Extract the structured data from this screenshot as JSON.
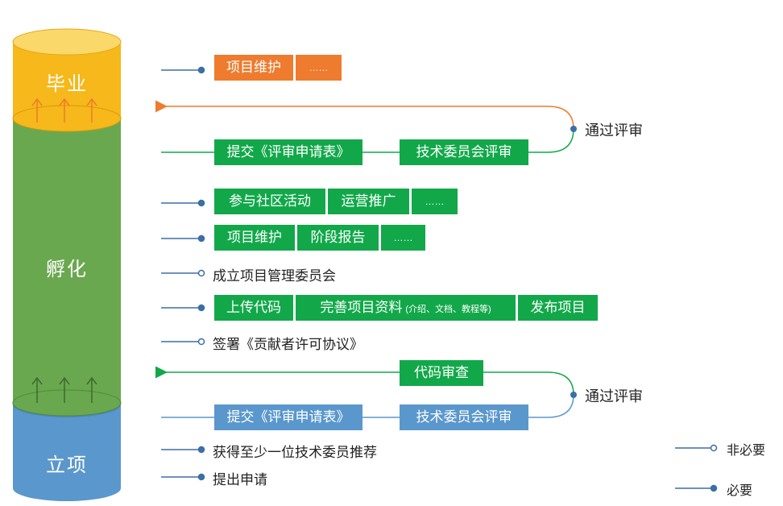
{
  "stages": {
    "graduate": "毕业",
    "incubate": "孵化",
    "initiate": "立项"
  },
  "colors": {
    "graduate": "#f6b81a",
    "incubate": "#6aa84f",
    "initiate": "#5a97cc",
    "green_box": "#12a84a",
    "blue_box": "#5a97cc",
    "orange_box": "#ee7b2e",
    "arrow_orange": "#ee7b2e",
    "arrow_green": "#12a84a",
    "line_blue": "#3b6fa6"
  },
  "graduate_row": {
    "items": [
      "项目维护",
      "……"
    ]
  },
  "review_top": {
    "label": "通过评审",
    "steps": [
      "提交《评审申请表》",
      "技术委员会评审"
    ]
  },
  "incubation": {
    "row1": [
      "参与社区活动",
      "运营推广",
      "……"
    ],
    "row2": [
      "项目维护",
      "阶段报告",
      "……"
    ],
    "committee": "成立项目管理委员会",
    "row3": {
      "upload": "上传代码",
      "docs": "完善项目资料",
      "docs_note": "(介绍、文档、教程等)",
      "publish": "发布项目"
    },
    "cla": "签署《贡献者许可协议》"
  },
  "review_bottom": {
    "label": "通过评审",
    "code_review": "代码审查",
    "steps": [
      "提交《评审申请表》",
      "技术委员会评审"
    ]
  },
  "initiation": {
    "recommend": "获得至少一位技术委员推荐",
    "apply": "提出申请"
  },
  "legend": {
    "optional": "非必要",
    "required": "必要"
  }
}
